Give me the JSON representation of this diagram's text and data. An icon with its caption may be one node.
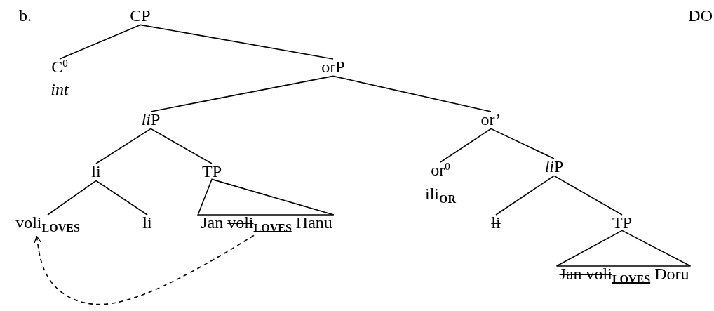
{
  "diagram": {
    "nodes": [
      {
        "text": [
          "CP"
        ]
      },
      {
        "text": [
          "C$^{0}$",
          "int"
        ]
      },
      {
        "text": [
          "orP"
        ]
      },
      {
        "text": [
          "liP"
        ]
      },
      {
        "text": [
          "or’"
        ]
      },
      {
        "text": [
          "li"
        ]
      },
      {
        "text": [
          "TP"
        ]
      },
      {
        "text": [
          "or$^{0}$",
          "ili$_{OR}$"
        ]
      },
      {
        "text": [
          "liP"
        ]
      },
      {
        "text": [
          "voli$_{LOVES}$"
        ]
      },
      {
        "text": [
          "li"
        ]
      },
      {
        "text": [
          "Jan",
          "voli$_{LOVES}$",
          "Hanu"
        ]
      },
      {
        "text": [
          "li"
        ]
      },
      {
        "text": [
          "TP"
        ]
      },
      {
        "text": [
          "Jan voli$_{LOVES}$",
          "Doru"
        ]
      }
    ],
    "edges": [
      {
        "from": 0,
        "to": 1,
        "arrow": "none"
      },
      {
        "from": 0,
        "to": 2,
        "arrow": "none"
      },
      {
        "from": 2,
        "to": 3,
        "arrow": "none"
      },
      {
        "from": 2,
        "to": 4,
        "arrow": "none"
      },
      {
        "from": 3,
        "to": 5,
        "arrow": "none"
      },
      {
        "from": 3,
        "to": 6,
        "arrow": "none"
      },
      {
        "from": 4,
        "to": 7,
        "arrow": "none"
      },
      {
        "from": 4,
        "to": 8,
        "arrow": "none"
      },
      {
        "from": 5,
        "to": 9,
        "arrow": "none"
      },
      {
        "from": 5,
        "to": 10,
        "arrow": "none"
      },
      {
        "from": 6,
        "to": 11,
        "arrow": "none"
      },
      {
        "from": 8,
        "to": 12,
        "arrow": "none"
      },
      {
        "from": 8,
        "to": 13,
        "arrow": "none"
      },
      {
        "from": 13,
        "to": 14,
        "arrow": "none"
      },
      {
        "from": 11,
        "to": 9,
        "arrow": "to",
        "style": "dashed"
      }
    ],
    "labels": [
      "b.",
      "DO"
    ]
  }
}
